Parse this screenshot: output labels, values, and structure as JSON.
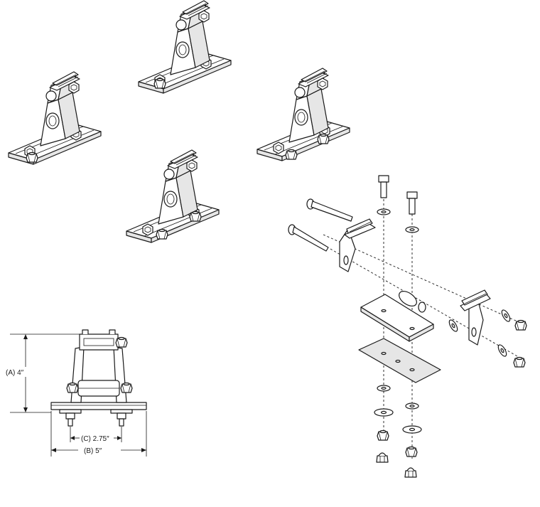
{
  "dimensions": {
    "height_label": "(A) 4″",
    "spacing_label": "(C) 2.75″",
    "width_label": "(B) 5″"
  }
}
